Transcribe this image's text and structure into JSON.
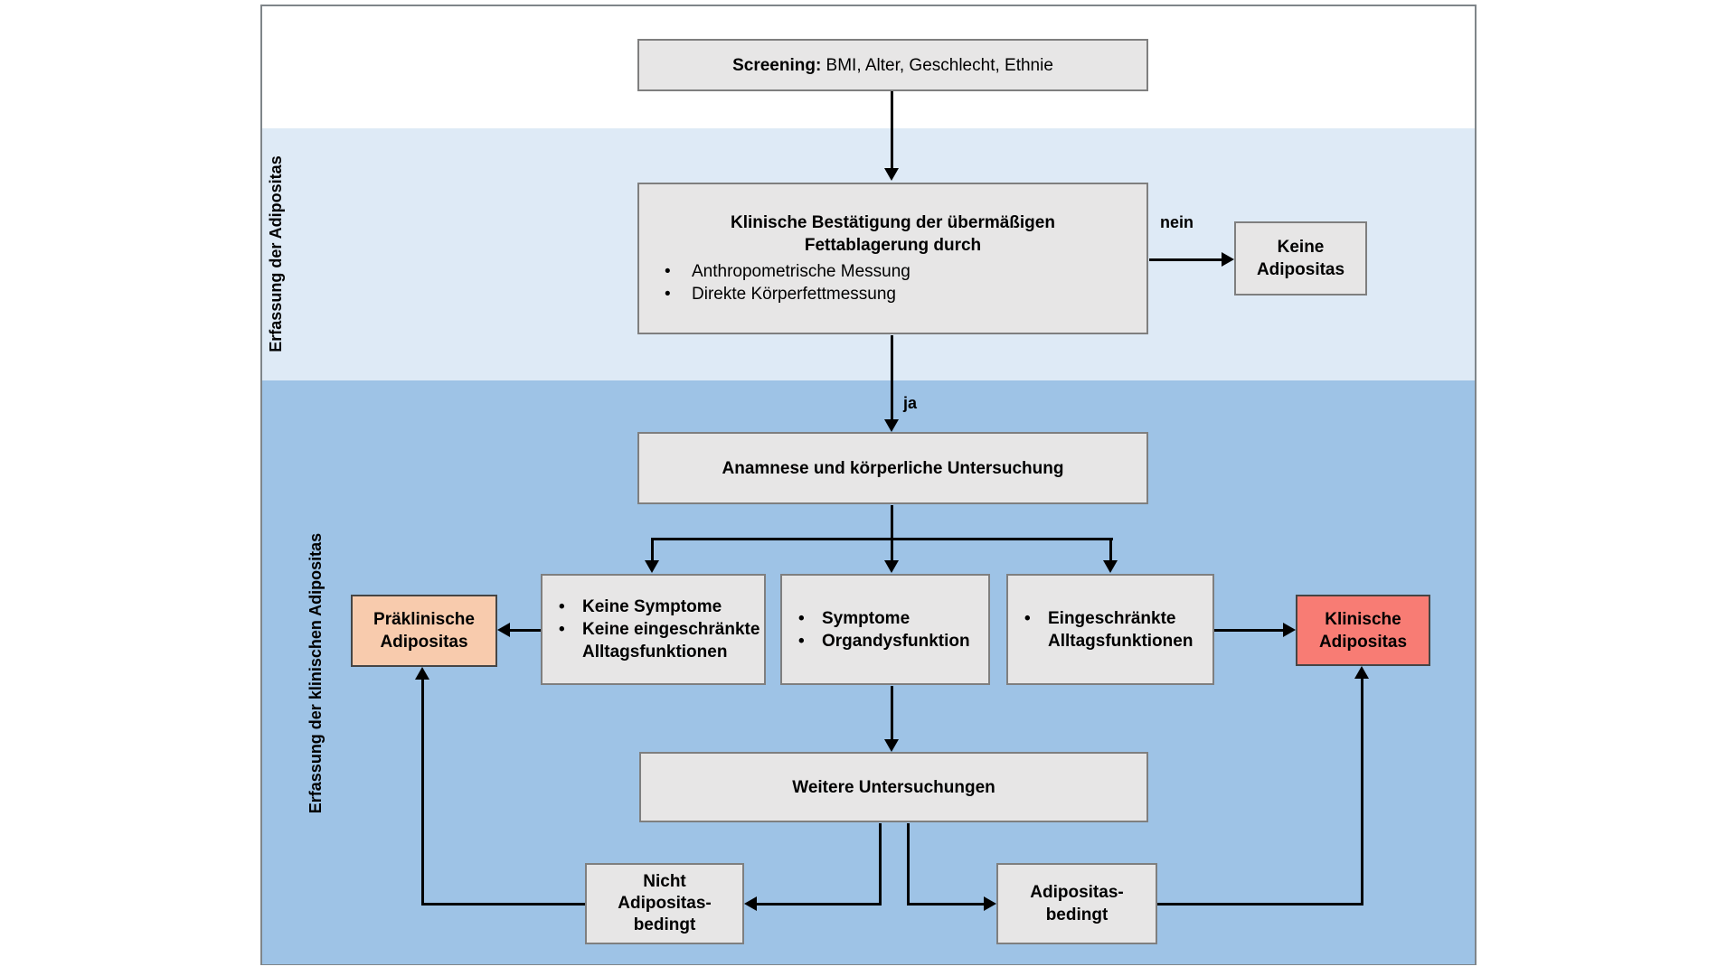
{
  "bands": {
    "light": {
      "label_lines": [
        "Erfassung der",
        "Adipositas"
      ]
    },
    "dark": {
      "label": "Erfassung der klinischen Adipositas"
    }
  },
  "edges": {
    "no_label": "nein",
    "yes_label": "ja"
  },
  "nodes": {
    "screening": {
      "bold": "Screening:",
      "rest": " BMI, Alter, Geschlecht, Ethnie"
    },
    "confirmation": {
      "title_lines": [
        "Klinische Bestätigung der übermäßigen",
        "Fettablagerung durch"
      ],
      "bullets": [
        "Anthropometrische Messung",
        "Direkte Körperfettmessung"
      ]
    },
    "no_obesity": {
      "lines": [
        "Keine",
        "Adipositas"
      ]
    },
    "anamnesis": {
      "label": "Anamnese und körperliche Untersuchung"
    },
    "no_symptoms": {
      "bullets": [
        "Keine Symptome",
        "Keine eingeschränkte Alltagsfunktionen"
      ]
    },
    "symptoms": {
      "bullets": [
        "Symptome",
        "Organdysfunktion"
      ]
    },
    "limited_functions": {
      "bullets": [
        "Eingeschränkte Alltagsfunktionen"
      ]
    },
    "preclinical": {
      "lines": [
        "Präklinische",
        "Adipositas"
      ]
    },
    "clinical": {
      "lines": [
        "Klinische",
        "Adipositas"
      ]
    },
    "further_tests": {
      "label": "Weitere Untersuchungen"
    },
    "not_obesity_related": {
      "lines": [
        "Nicht",
        "Adipositas-",
        "bedingt"
      ]
    },
    "obesity_related": {
      "lines": [
        "Adipositas-",
        "bedingt"
      ]
    }
  },
  "colors": {
    "band_light": "#DEEAF6",
    "band_dark": "#9EC3E6",
    "node_fill": "#E7E6E6",
    "node_border": "#7F7F7F",
    "preclinical_fill": "#F8CBAD",
    "clinical_fill": "#F87C74",
    "arrow": "#000000"
  }
}
